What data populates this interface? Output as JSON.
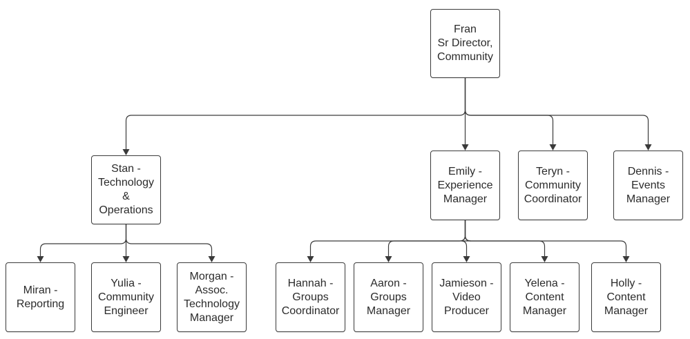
{
  "nodes": [
    {
      "id": "fran",
      "lines": [
        "Fran",
        "Sr Director,",
        "Community"
      ]
    },
    {
      "id": "stan",
      "lines": [
        "Stan -",
        "Technology",
        "&",
        "Operations"
      ]
    },
    {
      "id": "emily",
      "lines": [
        "Emily -",
        "Experience",
        "Manager"
      ]
    },
    {
      "id": "teryn",
      "lines": [
        "Teryn -",
        "Community",
        "Coordinator"
      ]
    },
    {
      "id": "dennis",
      "lines": [
        "Dennis -",
        "Events",
        "Manager"
      ]
    },
    {
      "id": "miran",
      "lines": [
        "Miran -",
        "Reporting"
      ]
    },
    {
      "id": "yulia",
      "lines": [
        "Yulia -",
        "Community",
        "Engineer"
      ]
    },
    {
      "id": "morgan",
      "lines": [
        "Morgan -",
        "Assoc.",
        "Technology",
        "Manager"
      ]
    },
    {
      "id": "hannah",
      "lines": [
        "Hannah -",
        "Groups",
        "Coordinator"
      ]
    },
    {
      "id": "aaron",
      "lines": [
        "Aaron -",
        "Groups",
        "Manager"
      ]
    },
    {
      "id": "jamieson",
      "lines": [
        "Jamieson -",
        "Video",
        "Producer"
      ]
    },
    {
      "id": "yelena",
      "lines": [
        "Yelena -",
        "Content",
        "Manager"
      ]
    },
    {
      "id": "holly",
      "lines": [
        "Holly -",
        "Content",
        "Manager"
      ]
    }
  ],
  "edges": [
    {
      "from": "fran",
      "to": "stan"
    },
    {
      "from": "fran",
      "to": "emily"
    },
    {
      "from": "fran",
      "to": "teryn"
    },
    {
      "from": "fran",
      "to": "dennis"
    },
    {
      "from": "stan",
      "to": "miran"
    },
    {
      "from": "stan",
      "to": "yulia"
    },
    {
      "from": "stan",
      "to": "morgan"
    },
    {
      "from": "emily",
      "to": "hannah"
    },
    {
      "from": "emily",
      "to": "aaron"
    },
    {
      "from": "emily",
      "to": "jamieson"
    },
    {
      "from": "emily",
      "to": "yelena"
    },
    {
      "from": "emily",
      "to": "holly"
    }
  ]
}
